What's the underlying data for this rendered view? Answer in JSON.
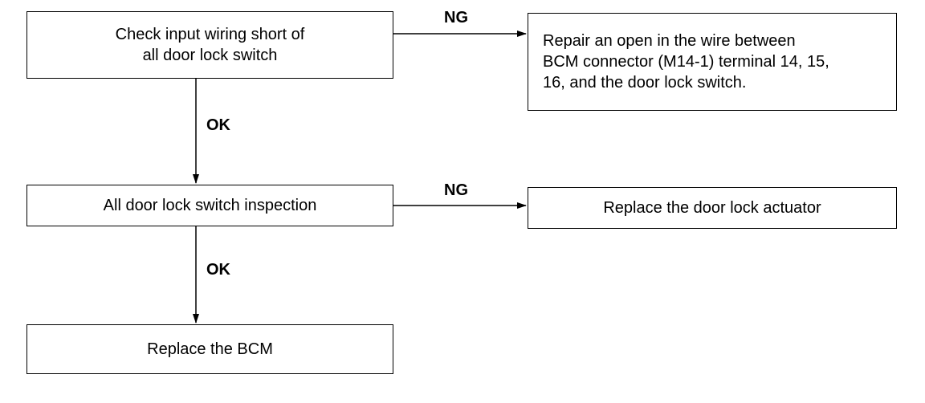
{
  "boxes": {
    "check_wiring": {
      "lines": [
        "Check input wiring short of",
        "all door lock switch"
      ]
    },
    "repair_open": {
      "lines": [
        "Repair an open in the wire between",
        "BCM connector (M14-1) terminal 14, 15,",
        "16, and the door lock switch."
      ]
    },
    "switch_inspection": {
      "lines": [
        "All door lock switch inspection"
      ]
    },
    "replace_actuator": {
      "lines": [
        "Replace the door lock actuator"
      ]
    },
    "replace_bcm": {
      "lines": [
        "Replace the BCM"
      ]
    }
  },
  "edges": {
    "check_to_repair": "NG",
    "check_to_inspection": "OK",
    "inspection_to_actuator": "NG",
    "inspection_to_bcm": "OK"
  }
}
